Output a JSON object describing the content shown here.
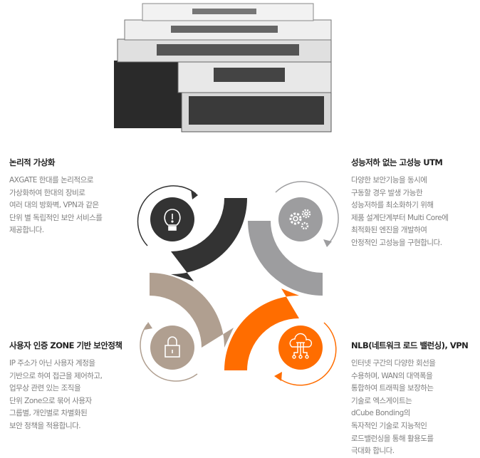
{
  "colors": {
    "dark": "#333333",
    "gray": "#9d9d9f",
    "tan": "#b09f90",
    "orange": "#ff6d00"
  },
  "features": [
    {
      "title": "논리적 가상화",
      "icon": "lightbulb-icon",
      "lines": [
        "AXGATE 한대를 논리적으로",
        "가상화하여 한대의 장비로",
        "여러 대의 방화벽, VPN과 같은",
        "단위 별 독립적인 보안 서비스를",
        "제공합니다."
      ]
    },
    {
      "title": "성능저하 없는 고성능 UTM",
      "icon": "gears-icon",
      "lines": [
        "다양한 보안기능을 동시에",
        "구동할 경우 발생 가능한",
        "성능저하를 최소화하기 위해",
        "제품 설계단계부터 Multi Core에",
        "최적화된 엔진을 개발하여",
        "안정적인 고성능을 구현합니다."
      ]
    },
    {
      "title": "사용자 인증 ZONE 기반 보안정책",
      "icon": "lock-icon",
      "lines": [
        "IP 주소가 아닌 사용자 계정을",
        "기반으로 하여 접근을 제어하고,",
        "업무상 관련 있는 조직을",
        "단위 Zone으로 묶어 사용자",
        "그룹별, 개인별로 차별화된",
        "보안 정책을 적용합니다."
      ]
    },
    {
      "title": "NLB(네트워크 로드 밸런싱), VPN",
      "icon": "cloud-network-icon",
      "lines": [
        "인터넷 구간의 다양한 회선을",
        "수용하며, WAN의 대역폭을",
        "통합하여 트래픽을 보장하는",
        "기술로 엑스게이트는",
        "dCube Bonding의",
        "독자적인 기술로 지능적인",
        "로드밸런싱을 통해 활용도를",
        "극대화 합니다."
      ]
    }
  ]
}
